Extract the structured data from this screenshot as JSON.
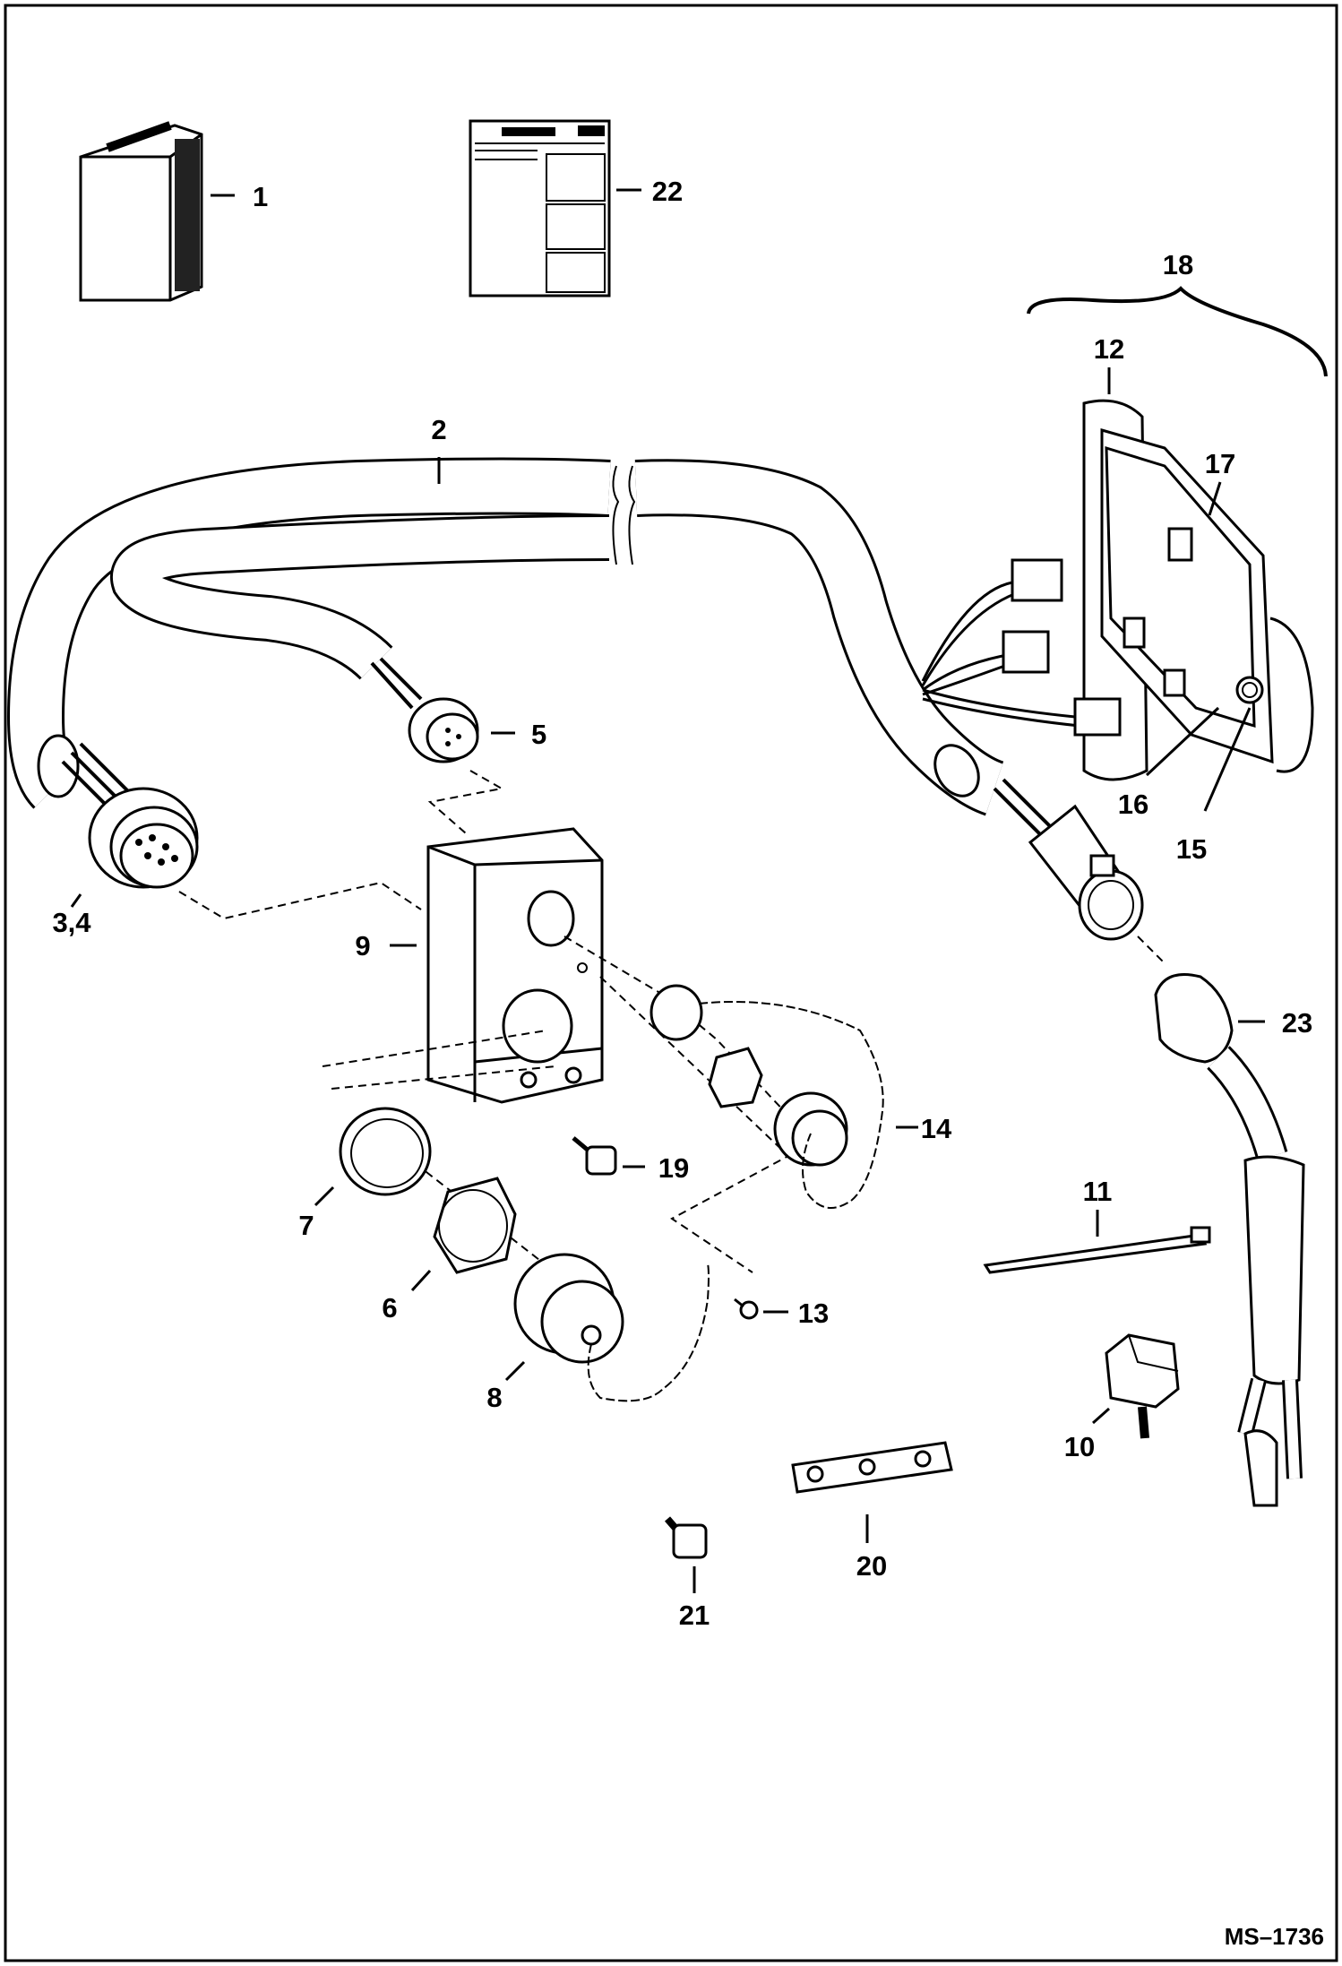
{
  "callouts": [
    {
      "id": "c1",
      "label": "1"
    },
    {
      "id": "c2",
      "label": "2"
    },
    {
      "id": "c34",
      "label": "3,4"
    },
    {
      "id": "c5",
      "label": "5"
    },
    {
      "id": "c6",
      "label": "6"
    },
    {
      "id": "c7",
      "label": "7"
    },
    {
      "id": "c8",
      "label": "8"
    },
    {
      "id": "c9",
      "label": "9"
    },
    {
      "id": "c10",
      "label": "10"
    },
    {
      "id": "c11",
      "label": "11"
    },
    {
      "id": "c12",
      "label": "12"
    },
    {
      "id": "c13",
      "label": "13"
    },
    {
      "id": "c14",
      "label": "14"
    },
    {
      "id": "c15",
      "label": "15"
    },
    {
      "id": "c16",
      "label": "16"
    },
    {
      "id": "c17",
      "label": "17"
    },
    {
      "id": "c18",
      "label": "18"
    },
    {
      "id": "c19",
      "label": "19"
    },
    {
      "id": "c20",
      "label": "20"
    },
    {
      "id": "c21",
      "label": "21"
    },
    {
      "id": "c22",
      "label": "22"
    },
    {
      "id": "c23",
      "label": "23"
    }
  ],
  "document_code": "MS–1736",
  "colors": {
    "line": "#000000",
    "background": "#ffffff"
  }
}
